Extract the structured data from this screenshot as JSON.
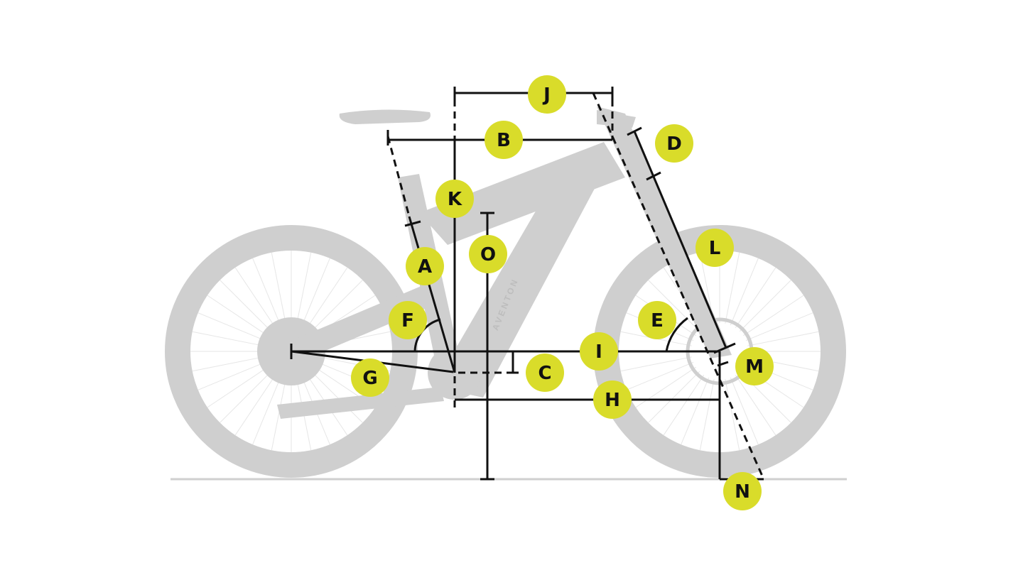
{
  "diagram": {
    "brand_watermark": "AVENTON",
    "badge_color": "#d9dc2a",
    "bike_color": "#cfcfcf",
    "labels": {
      "A": "A",
      "B": "B",
      "C": "C",
      "D": "D",
      "E": "E",
      "F": "F",
      "G": "G",
      "H": "H",
      "I": "I",
      "J": "J",
      "K": "K",
      "L": "L",
      "M": "M",
      "N": "N",
      "O": "O"
    }
  }
}
